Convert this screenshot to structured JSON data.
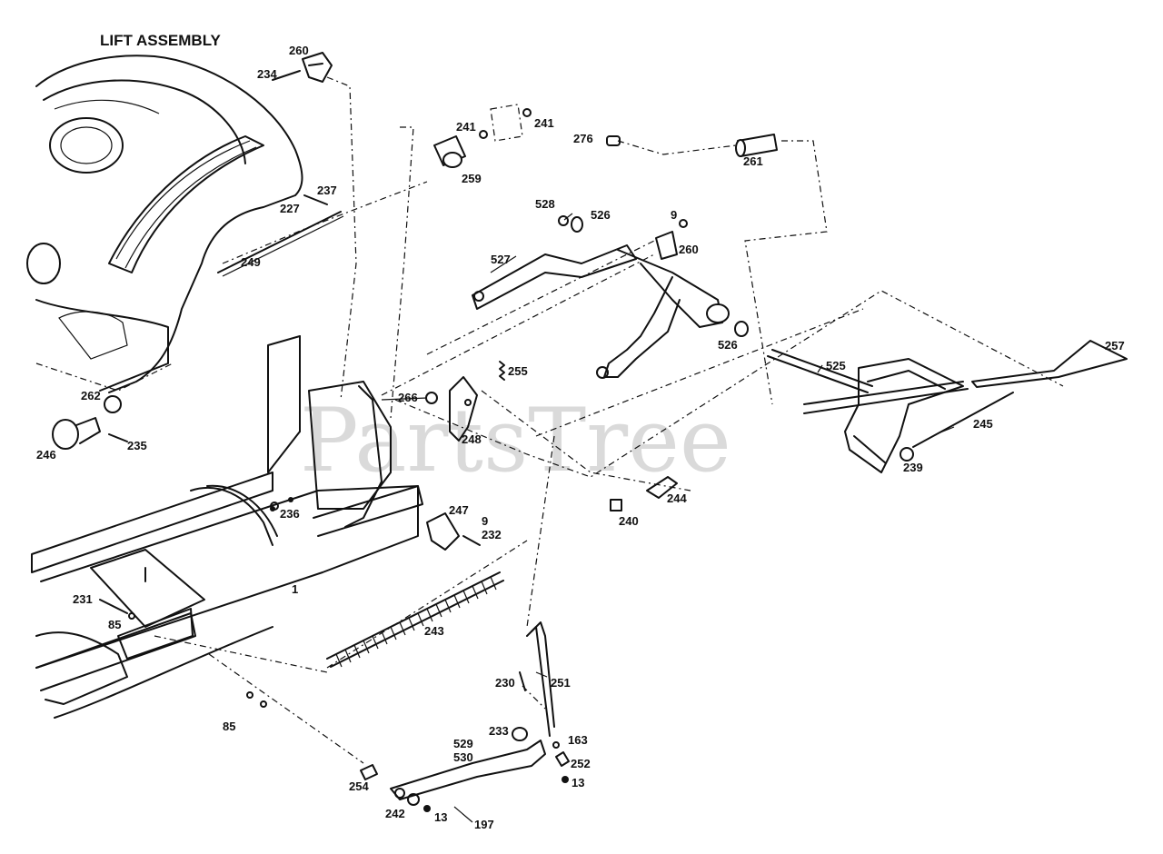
{
  "diagram": {
    "title": "LIFT ASSEMBLY",
    "watermark": "PartsTree",
    "parts": [
      {
        "id": "p260a",
        "label": "260"
      },
      {
        "id": "p234",
        "label": "234"
      },
      {
        "id": "p241a",
        "label": "241"
      },
      {
        "id": "p241b",
        "label": "241"
      },
      {
        "id": "p259",
        "label": "259"
      },
      {
        "id": "p276",
        "label": "276"
      },
      {
        "id": "p261",
        "label": "261"
      },
      {
        "id": "p237",
        "label": "237"
      },
      {
        "id": "p227",
        "label": "227"
      },
      {
        "id": "p249",
        "label": "249"
      },
      {
        "id": "p528",
        "label": "528"
      },
      {
        "id": "p526a",
        "label": "526"
      },
      {
        "id": "p9a",
        "label": "9"
      },
      {
        "id": "p260b",
        "label": "260"
      },
      {
        "id": "p527",
        "label": "527"
      },
      {
        "id": "p526b",
        "label": "526"
      },
      {
        "id": "p257",
        "label": "257"
      },
      {
        "id": "p525",
        "label": "525"
      },
      {
        "id": "p255",
        "label": "255"
      },
      {
        "id": "p266",
        "label": "266"
      },
      {
        "id": "p248",
        "label": "248"
      },
      {
        "id": "p262",
        "label": "262"
      },
      {
        "id": "p246",
        "label": "246"
      },
      {
        "id": "p235",
        "label": "235"
      },
      {
        "id": "p245",
        "label": "245"
      },
      {
        "id": "p239",
        "label": "239"
      },
      {
        "id": "p244",
        "label": "244"
      },
      {
        "id": "p240",
        "label": "240"
      },
      {
        "id": "p236",
        "label": "236"
      },
      {
        "id": "p247",
        "label": "247"
      },
      {
        "id": "p9b",
        "label": "9"
      },
      {
        "id": "p232",
        "label": "232"
      },
      {
        "id": "p1",
        "label": "1"
      },
      {
        "id": "p231",
        "label": "231"
      },
      {
        "id": "p85a",
        "label": "85"
      },
      {
        "id": "p243",
        "label": "243"
      },
      {
        "id": "p230",
        "label": "230"
      },
      {
        "id": "p251",
        "label": "251"
      },
      {
        "id": "p85b",
        "label": "85"
      },
      {
        "id": "p233",
        "label": "233"
      },
      {
        "id": "p163",
        "label": "163"
      },
      {
        "id": "p529",
        "label": "529"
      },
      {
        "id": "p530",
        "label": "530"
      },
      {
        "id": "p252",
        "label": "252"
      },
      {
        "id": "p13a",
        "label": "13"
      },
      {
        "id": "p254",
        "label": "254"
      },
      {
        "id": "p242",
        "label": "242"
      },
      {
        "id": "p13b",
        "label": "13"
      },
      {
        "id": "p197",
        "label": "197"
      }
    ]
  }
}
